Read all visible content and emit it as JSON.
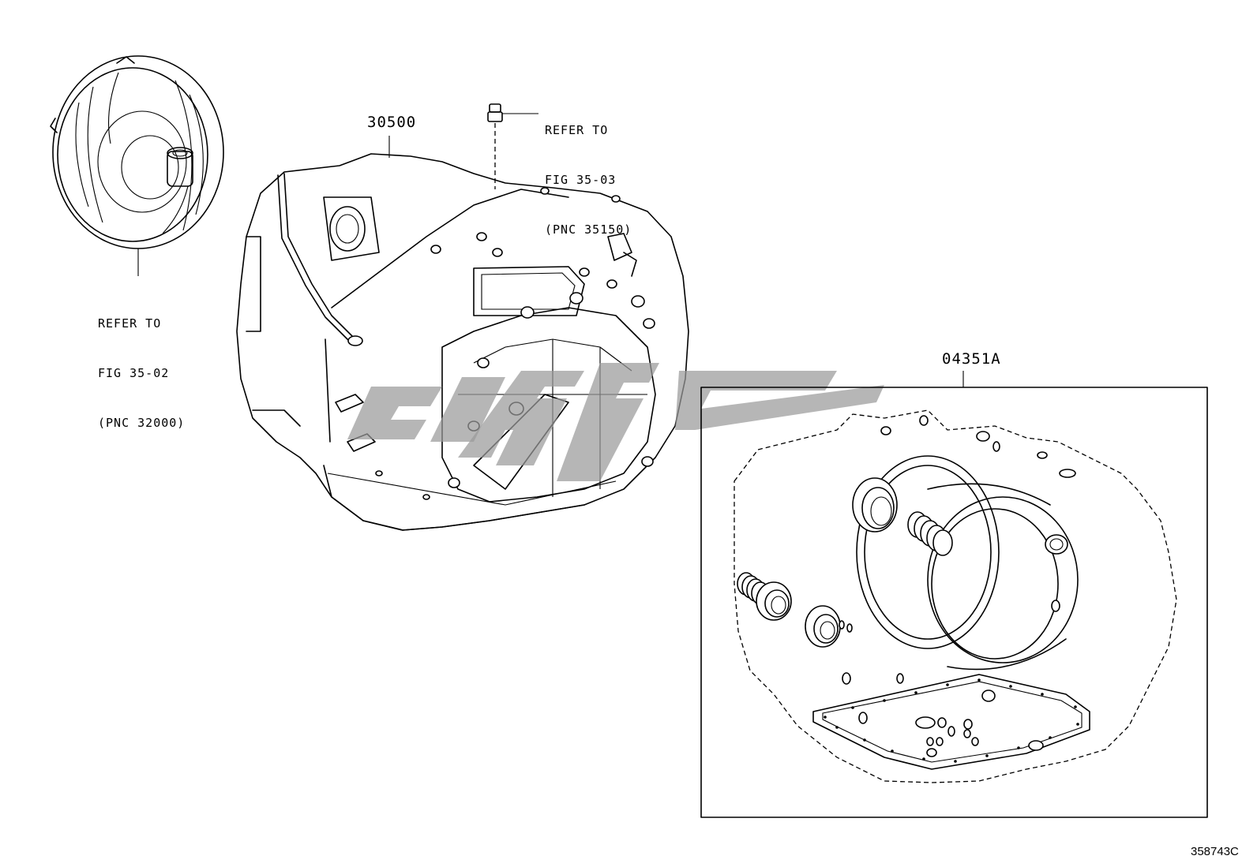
{
  "callouts": {
    "torque_converter_ref": {
      "lines": [
        "REFER TO",
        "FIG 35-02",
        "(PNC 32000)"
      ]
    },
    "filler_plug_ref": {
      "lines": [
        "REFER TO",
        "FIG 35-03",
        "(PNC 35150)"
      ]
    }
  },
  "part_numbers": {
    "transaxle_assy": "30500",
    "overhaul_gasket_kit": "04351A"
  },
  "figure_id": "358743C"
}
